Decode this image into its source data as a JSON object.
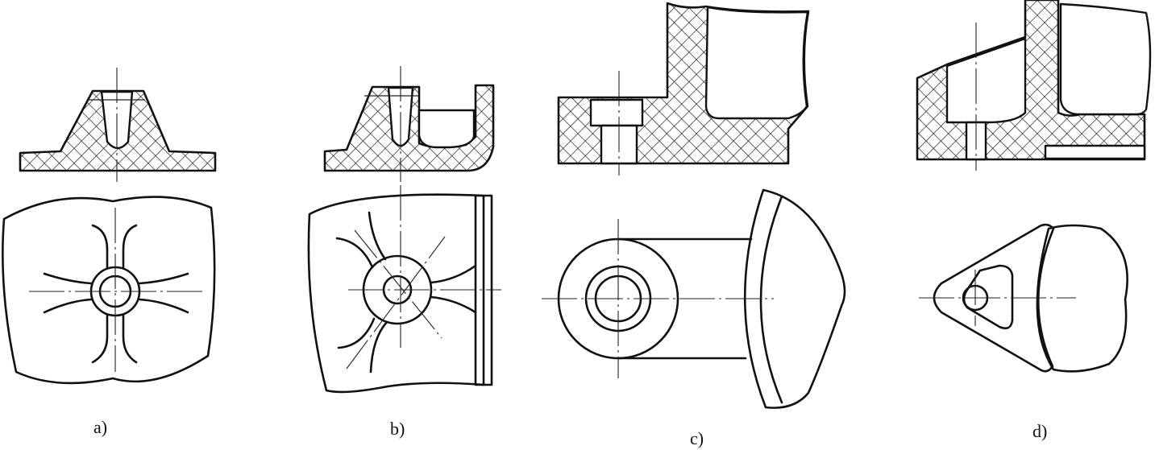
{
  "figures": [
    {
      "id": "a",
      "caption": "a)"
    },
    {
      "id": "b",
      "caption": "b)"
    },
    {
      "id": "c",
      "caption": "c)"
    },
    {
      "id": "d",
      "caption": "d)"
    }
  ],
  "colors": {
    "line": "#111111",
    "background": "#ffffff"
  }
}
